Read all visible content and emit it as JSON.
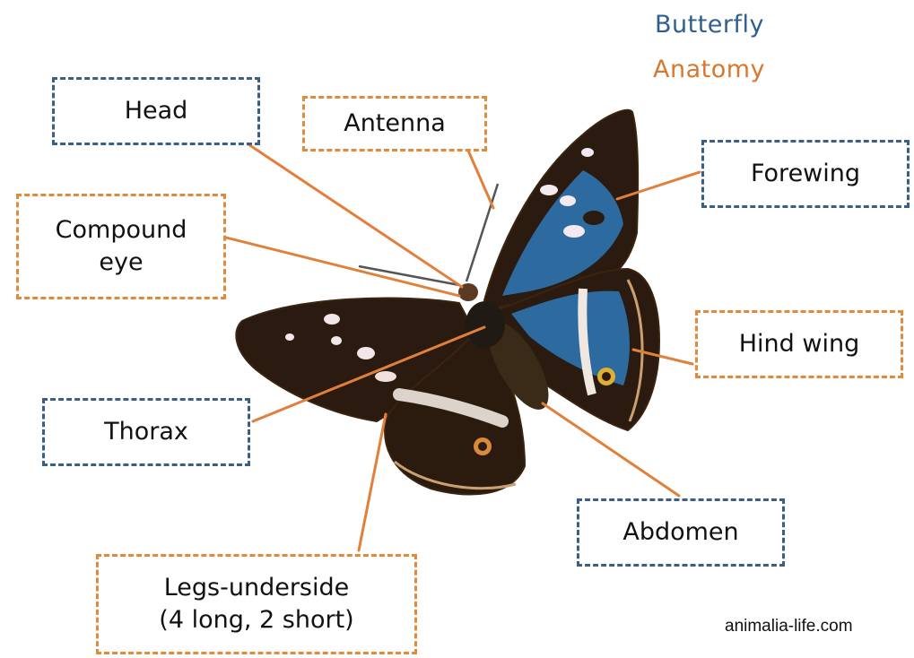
{
  "title": {
    "line1": "Butterfly",
    "line2": "Anatomy"
  },
  "labels": {
    "head": "Head",
    "antenna": "Antenna",
    "compound_eye_line1": "Compound",
    "compound_eye_line2": "eye",
    "forewing": "Forewing",
    "hind_wing": "Hind wing",
    "thorax": "Thorax",
    "abdomen": "Abdomen",
    "legs_line1": "Legs-underside",
    "legs_line2": "(4 long, 2 short)"
  },
  "credit": "animalia-life.com",
  "colors": {
    "blue_border": "#3a5f86",
    "orange_border": "#e08a3c",
    "connector": "#e0803a",
    "wing_dark": "#2b1a0e",
    "wing_blue": "#2d6fa8"
  }
}
